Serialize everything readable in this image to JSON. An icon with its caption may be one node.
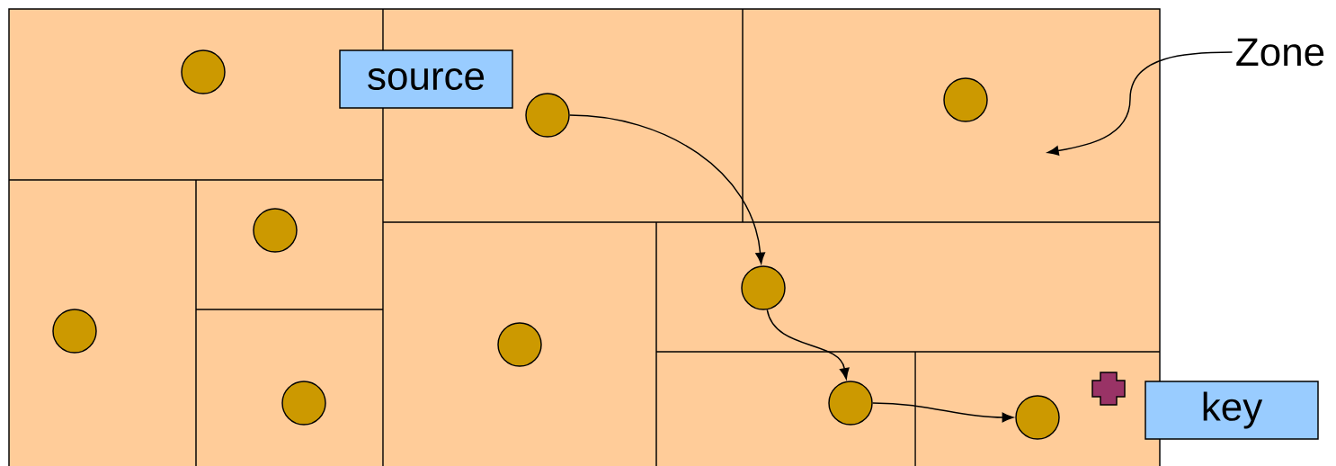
{
  "diagram": {
    "nodes": [
      {
        "text": [
          "source"
        ]
      },
      {
        "text": [
          "Zone"
        ]
      },
      {
        "text": [
          "key"
        ]
      },
      {
        "text": [],
        "shape": "circle"
      },
      {
        "text": [],
        "shape": "circle"
      },
      {
        "text": [],
        "shape": "circle"
      },
      {
        "text": [],
        "shape": "circle"
      },
      {
        "text": [],
        "shape": "circle"
      },
      {
        "text": [],
        "shape": "circle"
      },
      {
        "text": [],
        "shape": "circle"
      },
      {
        "text": [],
        "shape": "circle"
      },
      {
        "text": [],
        "shape": "circle"
      },
      {
        "text": [],
        "shape": "circle"
      },
      {
        "text": [],
        "shape": "cross"
      }
    ],
    "edges": [
      {
        "from": 5,
        "to": 7,
        "arrow": "to"
      },
      {
        "from": 7,
        "to": 11,
        "arrow": "to"
      },
      {
        "from": 11,
        "to": 12,
        "arrow": "to"
      },
      {
        "from": 1,
        "to": null,
        "arrow": "to"
      }
    ]
  }
}
